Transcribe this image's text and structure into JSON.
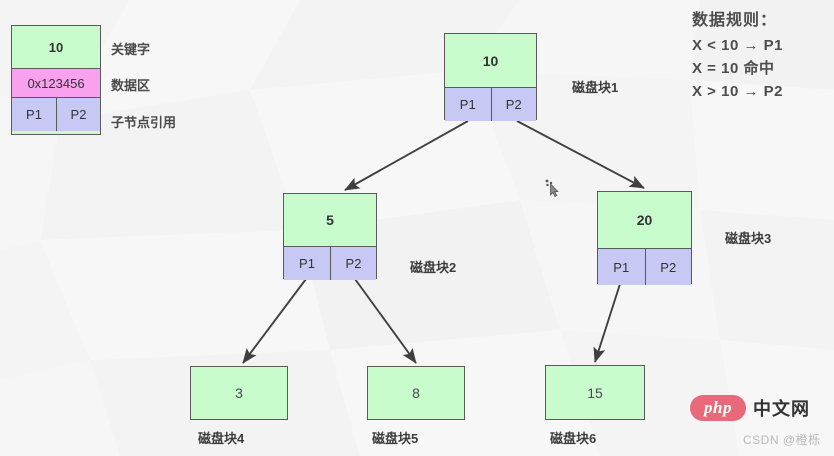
{
  "diagram": {
    "title_rules": {
      "title": "数据规则：",
      "lines": [
        "X < 10  → P1",
        "X = 10  命中",
        "X > 10  → P2"
      ]
    },
    "legend": {
      "key_value": "10",
      "data_value": "0x123456",
      "ptr1": "P1",
      "ptr2": "P2",
      "label_key": "关键字",
      "label_data": "数据区",
      "label_ptrs": "子节点引用"
    },
    "nodes": [
      {
        "id": "root",
        "key": "10",
        "ptr1": "P1",
        "ptr2": "P2",
        "caption": "磁盘块1"
      },
      {
        "id": "left",
        "key": "5",
        "ptr1": "P1",
        "ptr2": "P2",
        "caption": "磁盘块2"
      },
      {
        "id": "right",
        "key": "20",
        "ptr1": "P1",
        "ptr2": "P2",
        "caption": "磁盘块3"
      }
    ],
    "leaves": [
      {
        "id": "leaf3",
        "key": "3",
        "caption": "磁盘块4"
      },
      {
        "id": "leaf8",
        "key": "8",
        "caption": "磁盘块5"
      },
      {
        "id": "leaf15",
        "key": "15",
        "caption": "磁盘块6"
      }
    ],
    "colors": {
      "key_fill": "#c8fccd",
      "data_fill": "#f9a0ee",
      "pointer_fill": "#c8c8f5",
      "border": "#5a5a5a",
      "background": "#fafafa",
      "edge": "#444444"
    }
  },
  "watermark": {
    "php_badge": "php",
    "php_text": "中文网",
    "csdn": "CSDN @橙栎"
  }
}
